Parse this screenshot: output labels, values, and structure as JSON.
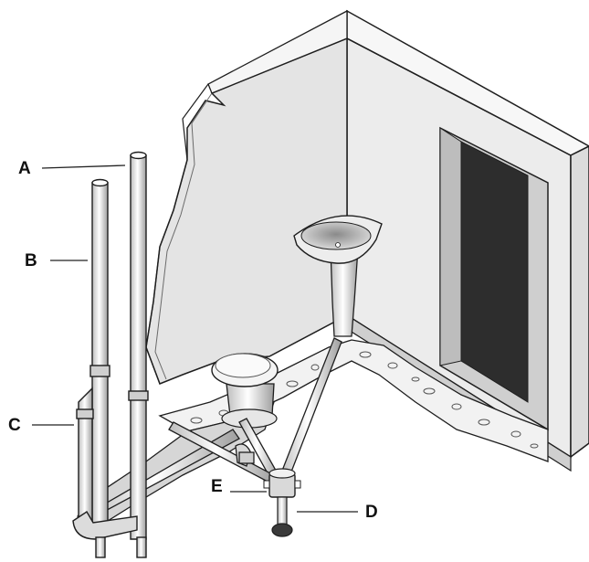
{
  "labels": {
    "a": "A",
    "b": "B",
    "c": "C",
    "d": "D",
    "e": "E"
  },
  "colors": {
    "wall": "#e9e9e9",
    "wall_edge": "#cfcfcf",
    "floor": "#d4d4d4",
    "door": "#2d2d2d",
    "rubble": "#f2f2f2",
    "pipe": "#efefef",
    "outline": "#1e1e1e"
  }
}
